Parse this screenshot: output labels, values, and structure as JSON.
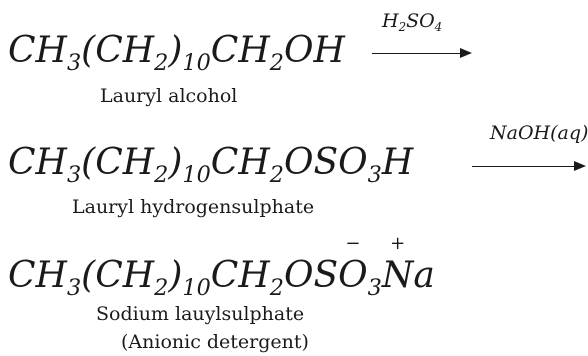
{
  "reactions": [
    {
      "reactant": {
        "pre": "CH",
        "s1": "3",
        "mid": "(CH",
        "s2": "2",
        "close": ")",
        "s3": "10",
        "rest": "CH",
        "s4": "2",
        "tail": "OH"
      },
      "reagent": {
        "a": "H",
        "s1": "2",
        "b": "SO",
        "s2": "4"
      },
      "label": "Lauryl alcohol"
    },
    {
      "reactant": {
        "pre": "CH",
        "s1": "3",
        "mid": "(CH",
        "s2": "2",
        "close": ")",
        "s3": "10",
        "rest": "CH",
        "s4": "2",
        "tail": "OSO",
        "s5": "3",
        "tail2": "H"
      },
      "reagent": {
        "text": "NaOH(aq)"
      },
      "label": "Lauryl hydrogensulphate"
    },
    {
      "product": {
        "pre": "CH",
        "s1": "3",
        "mid": "(CH",
        "s2": "2",
        "close": ")",
        "s3": "10",
        "rest": "CH",
        "s4": "2",
        "tail": "OS",
        "o": "O",
        "minus": "−",
        "s5": "3",
        "n": "N",
        "plus": "+",
        "a": "a"
      },
      "label": "Sodium lauylsulphate",
      "sublabel": "(Anionic detergent)"
    }
  ]
}
